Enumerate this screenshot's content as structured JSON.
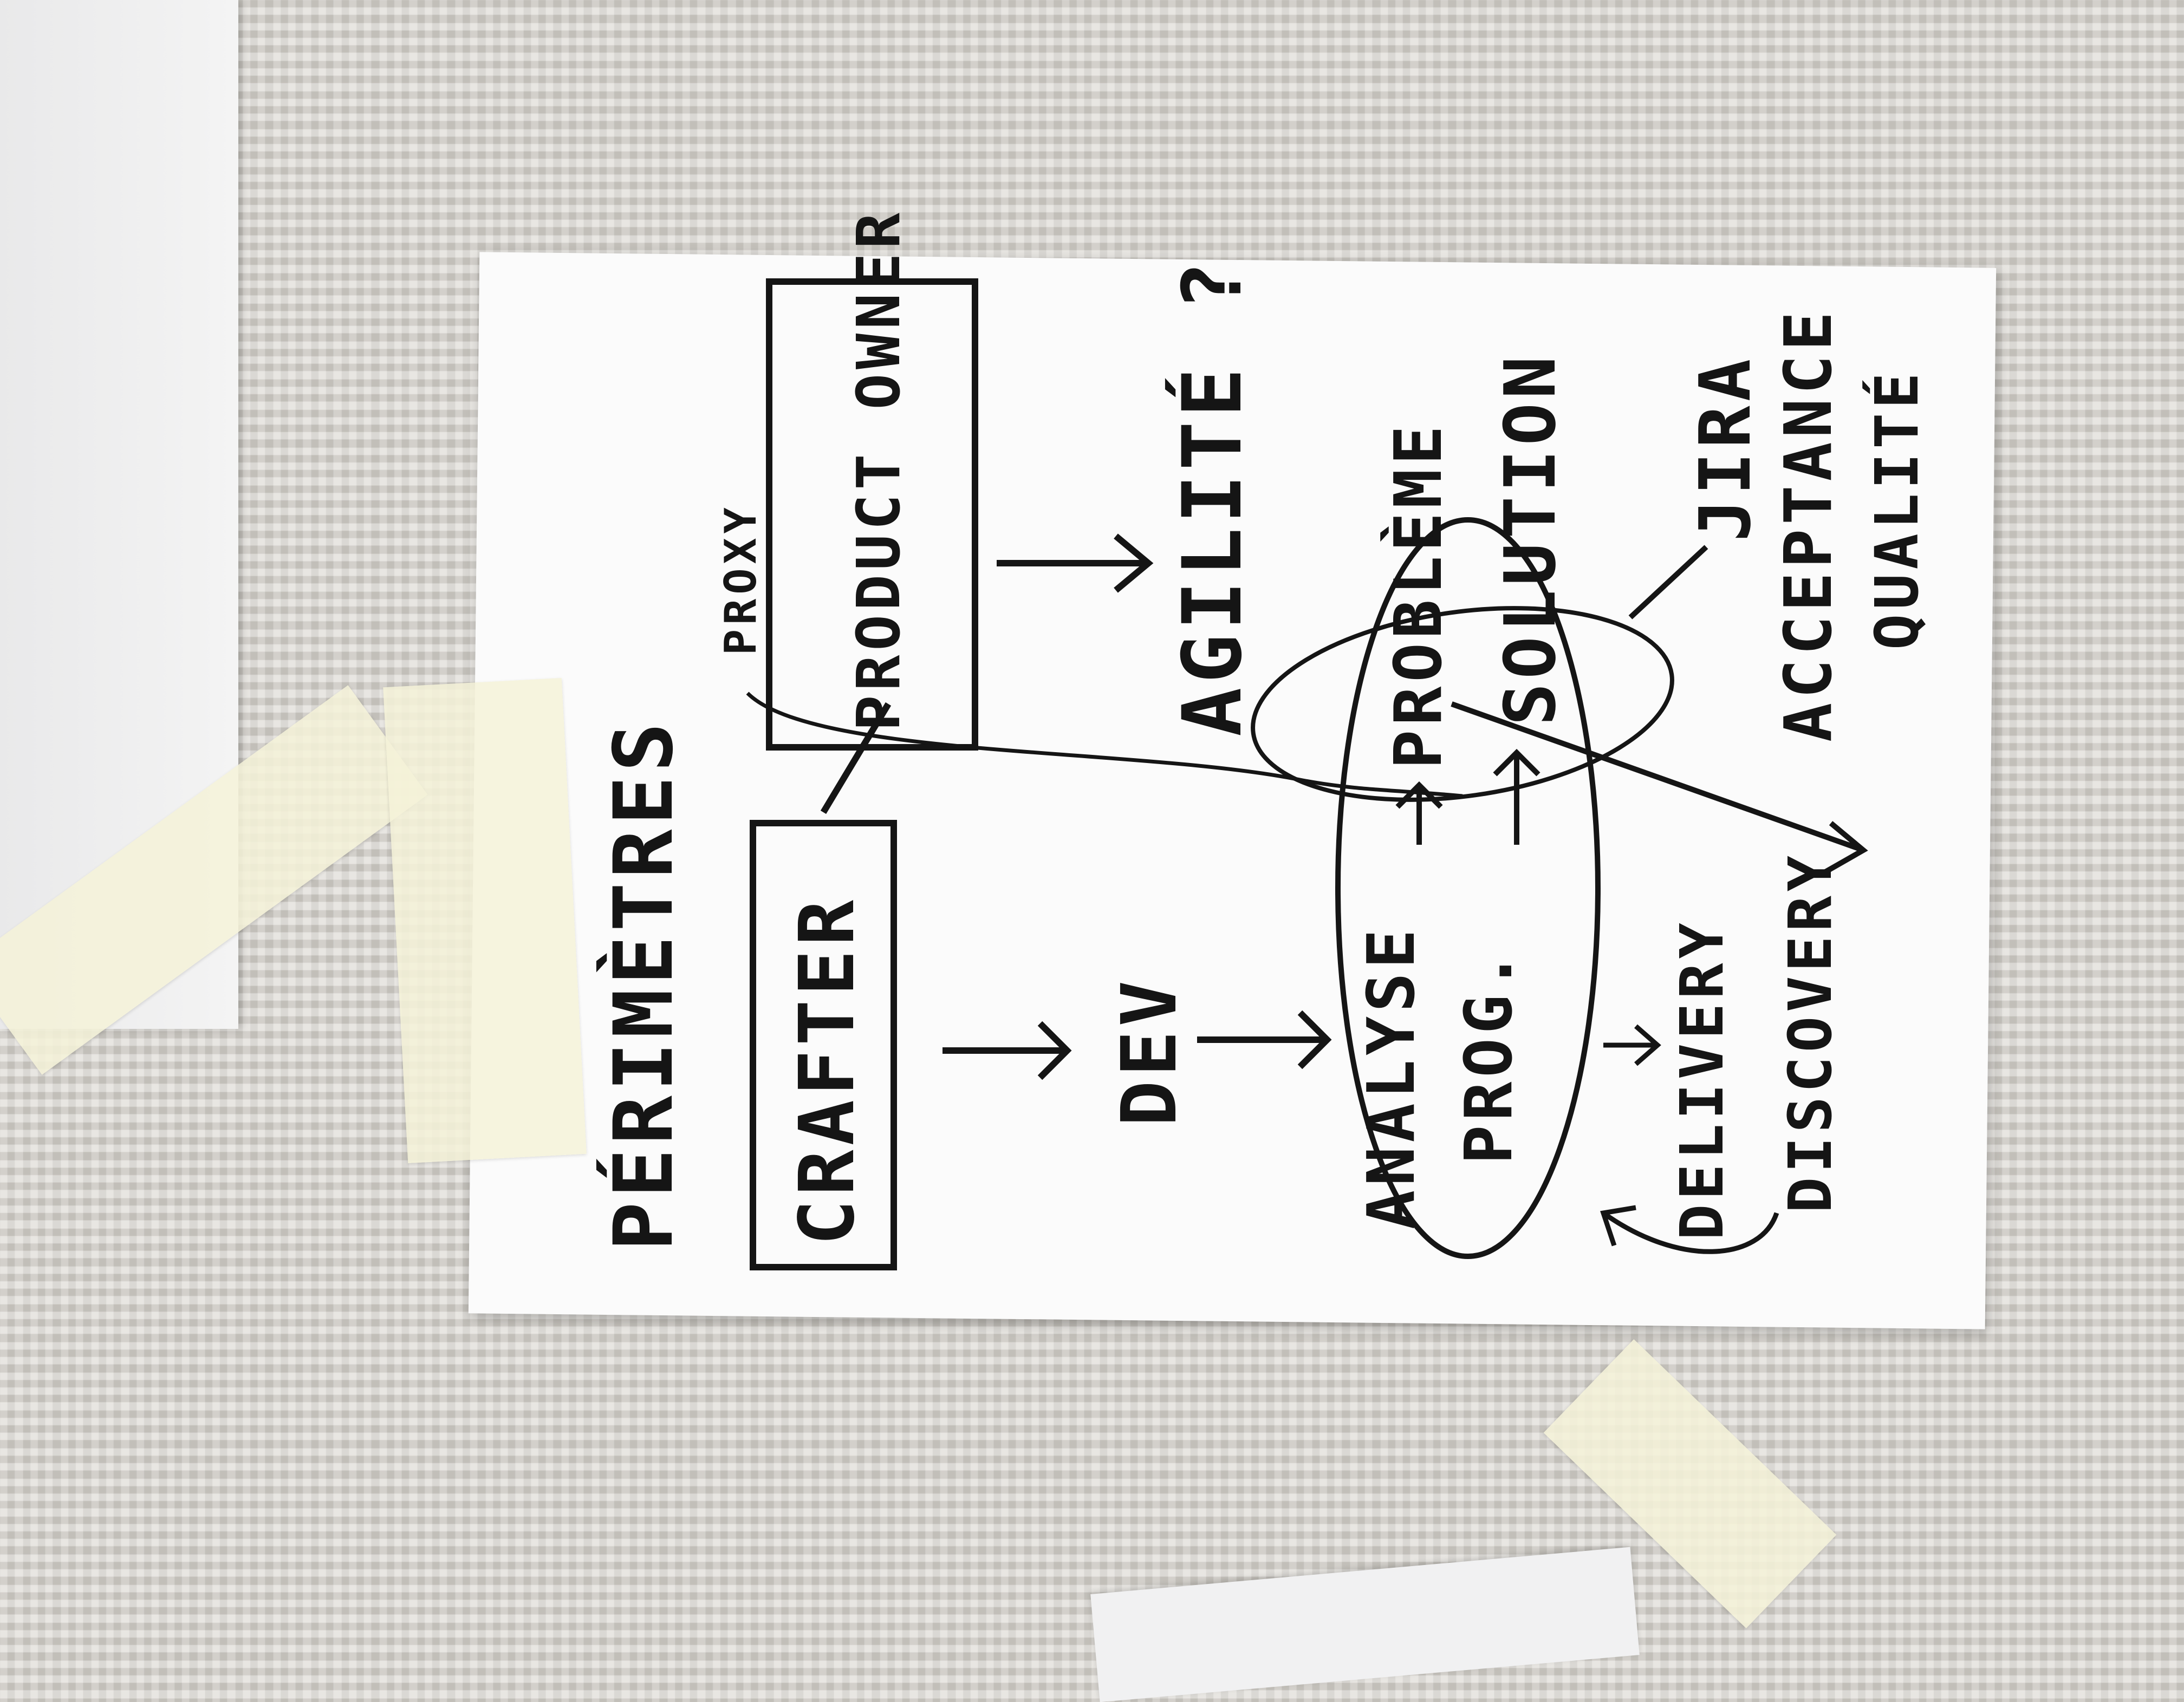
{
  "note": {
    "title": "PÉRIMÈTRES",
    "box_crafter": "CRAFTER",
    "box_product_owner": "PRODUCT OWNER",
    "proxy": "PROXY",
    "dev": "DEV",
    "agilite": "AGILITÉ ?",
    "analyse": "ANALYSE",
    "prog": "PROG.",
    "probleme": "PROBLÈME",
    "solution": "SOLUTION",
    "jira": "JIRA",
    "delivery": "DELIVERY",
    "discovery": "DISCOVERY",
    "acceptance": "ACCEPTANCE",
    "qualite": "QUALITÉ"
  }
}
